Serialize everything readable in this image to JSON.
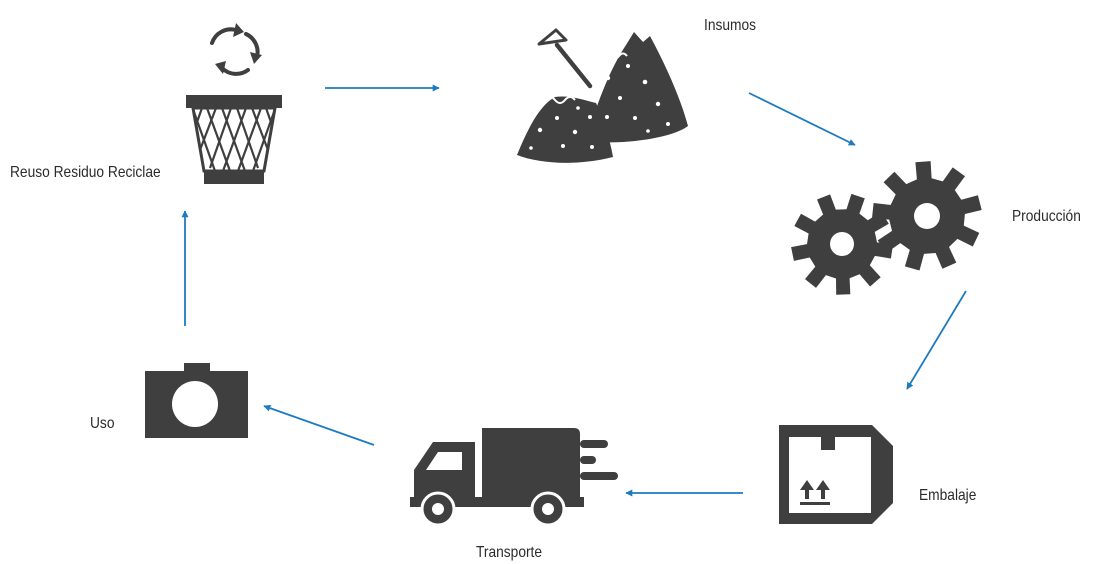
{
  "colors": {
    "icon": "#3f3f40",
    "arrow": "#1e7bbf",
    "text": "#2b2b2b",
    "background": "#ffffff"
  },
  "nodes": {
    "reuse": {
      "label": "Reuso Residuo Reciclae",
      "icon": "recycle-bin-icon"
    },
    "insumos": {
      "label": "Insumos",
      "icon": "material-piles-icon"
    },
    "produccion": {
      "label": "Producción",
      "icon": "gears-icon"
    },
    "embalaje": {
      "label": "Embalaje",
      "icon": "package-box-icon"
    },
    "transporte": {
      "label": "Transporte",
      "icon": "delivery-truck-icon"
    },
    "uso": {
      "label": "Uso",
      "icon": "camera-icon"
    }
  },
  "flow": [
    "reuse",
    "insumos",
    "produccion",
    "embalaje",
    "transporte",
    "uso",
    "reuse"
  ]
}
